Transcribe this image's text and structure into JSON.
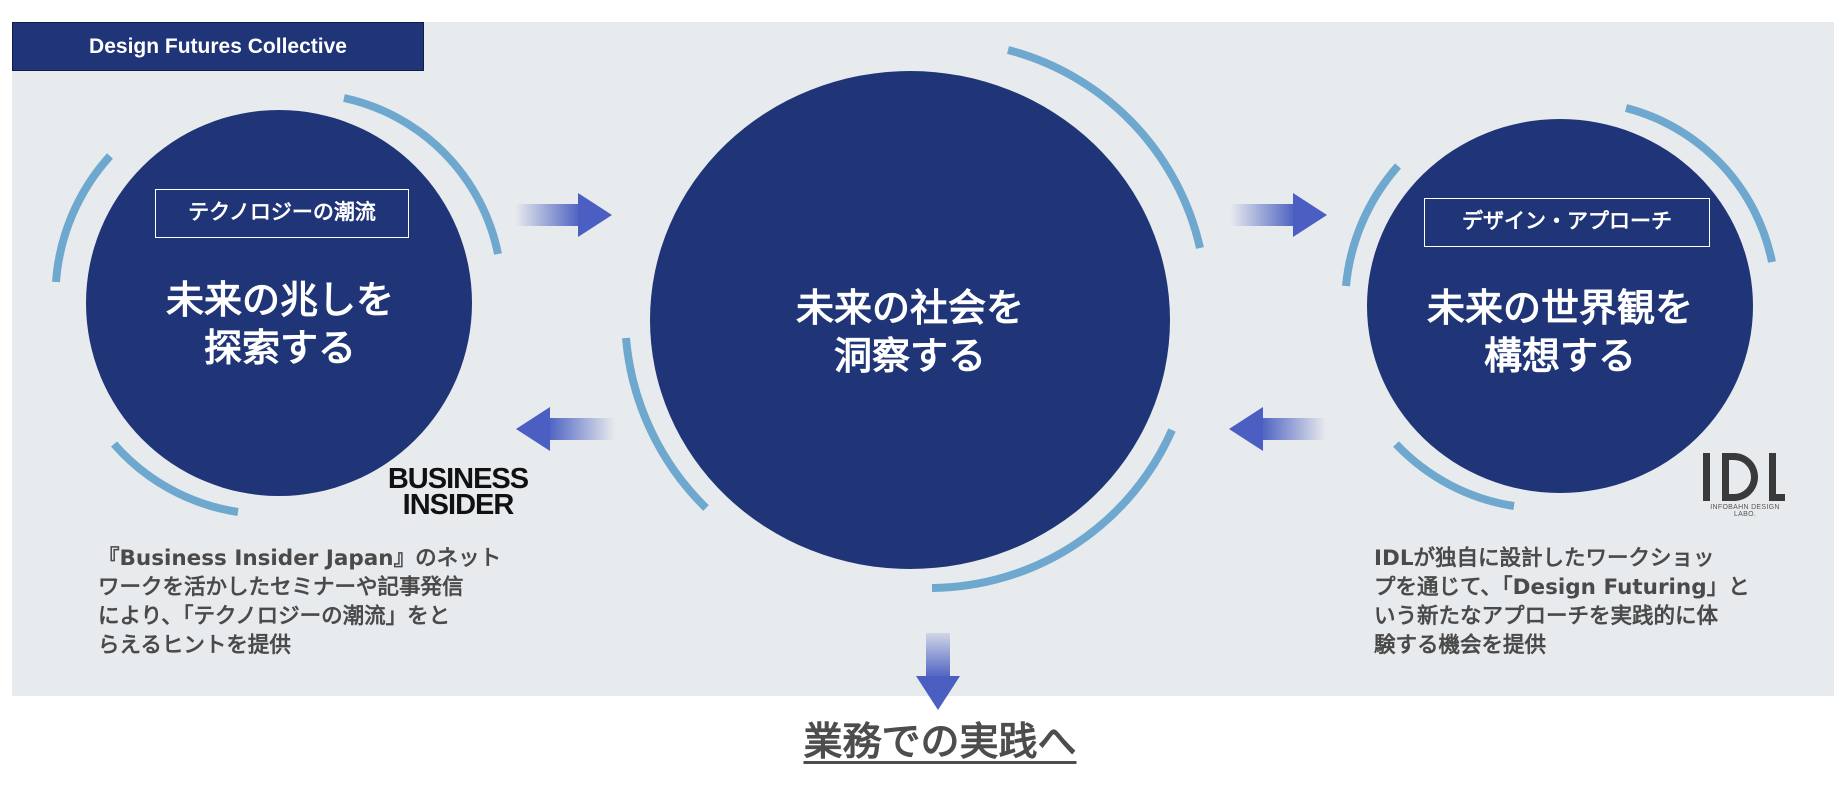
{
  "header": {
    "title": "Design Futures Collective"
  },
  "circles": {
    "left": {
      "label": "テクノロジーの潮流",
      "line1": "未来の兆しを",
      "line2": "探索する"
    },
    "center": {
      "line1": "未来の社会を",
      "line2": "洞察する"
    },
    "right": {
      "label": "デザイン・アプローチ",
      "line1": "未来の世界観を",
      "line2": "構想する"
    }
  },
  "logos": {
    "business_insider": {
      "line1": "BUSINESS",
      "line2": "INSIDER"
    },
    "idl": {
      "mark": "IDL",
      "sub": "INFOBAHN DESIGN LABO."
    }
  },
  "descriptions": {
    "left": [
      "『Business Insider Japan』のネット",
      "ワークを活かしたセミナーや記事発信",
      "により、「テクノロジーの潮流」をと",
      "らえるヒントを提供"
    ],
    "right": [
      "IDLが独自に設計したワークショッ",
      "プを通じて、「Design Futuring」と",
      "いう新たなアプローチを実践的に体",
      "験する機会を提供"
    ]
  },
  "footer": {
    "text": "業務での実践へ"
  },
  "colors": {
    "navy": "#1f3578",
    "arc": "#6fa8cf",
    "arrow": "#4a5fc1",
    "panel": "#e8ebed"
  }
}
